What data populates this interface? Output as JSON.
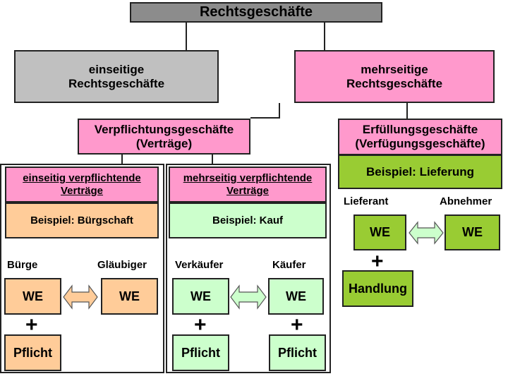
{
  "colors": {
    "gray_title": "#8c8c8c",
    "gray_box": "#c0c0c0",
    "pink": "#ff99cc",
    "orange": "#ffcc99",
    "light_green": "#ccffcc",
    "green": "#99cc33",
    "arrow_orange": "#ffcc99",
    "arrow_green": "#ccffcc"
  },
  "root": {
    "title": "Rechtsgeschäfte"
  },
  "left_branch": {
    "line1": "einseitige",
    "line2": "Rechtsgeschäfte"
  },
  "right_branch": {
    "line1": "mehrseitige",
    "line2": "Rechtsgeschäfte"
  },
  "verpflichtung": {
    "line1": "Verpflichtungsgeschäfte",
    "line2": "(Verträge)"
  },
  "erfuellung": {
    "line1": "Erfüllungsgeschäfte",
    "line2": "(Verfügungsgeschäfte)",
    "example": "Beispiel: Lieferung",
    "party_left": "Lieferant",
    "party_right": "Abnehmer",
    "we_left": "WE",
    "we_right": "WE",
    "plus": "+",
    "action": "Handlung"
  },
  "einseitig": {
    "line1": "einseitig verpflichtende",
    "line2": "Verträge",
    "example": "Beispiel: Bürgschaft",
    "party_left": "Bürge",
    "party_right": "Gläubiger",
    "we_left": "WE",
    "we_right": "WE",
    "plus": "+",
    "duty": "Pflicht"
  },
  "mehrseitig": {
    "line1": "mehrseitig verpflichtende",
    "line2": "Verträge",
    "example": "Beispiel: Kauf",
    "party_left": "Verkäufer",
    "party_right": "Käufer",
    "we_left": "WE",
    "we_right": "WE",
    "plus_left": "+",
    "plus_right": "+",
    "duty_left": "Pflicht",
    "duty_right": "Pflicht"
  }
}
